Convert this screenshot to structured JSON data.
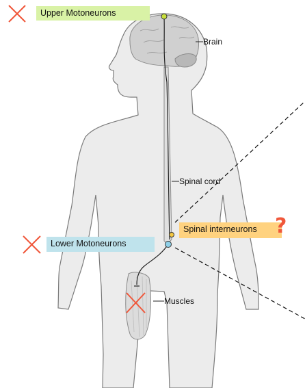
{
  "colors": {
    "upper_box": "#d9f2a6",
    "lower_box": "#bfe3ec",
    "inter_box": "#ffd27f",
    "x_mark": "#f0573a",
    "question": "#f0573a"
  },
  "labels": {
    "upper": "Upper Motoneurons",
    "lower": "Lower Motoneurons",
    "interneurons": "Spinal interneurons",
    "brain": "Brain",
    "spinal_cord": "Spinal cord",
    "muscles": "Muscles",
    "question_mark": "?"
  }
}
